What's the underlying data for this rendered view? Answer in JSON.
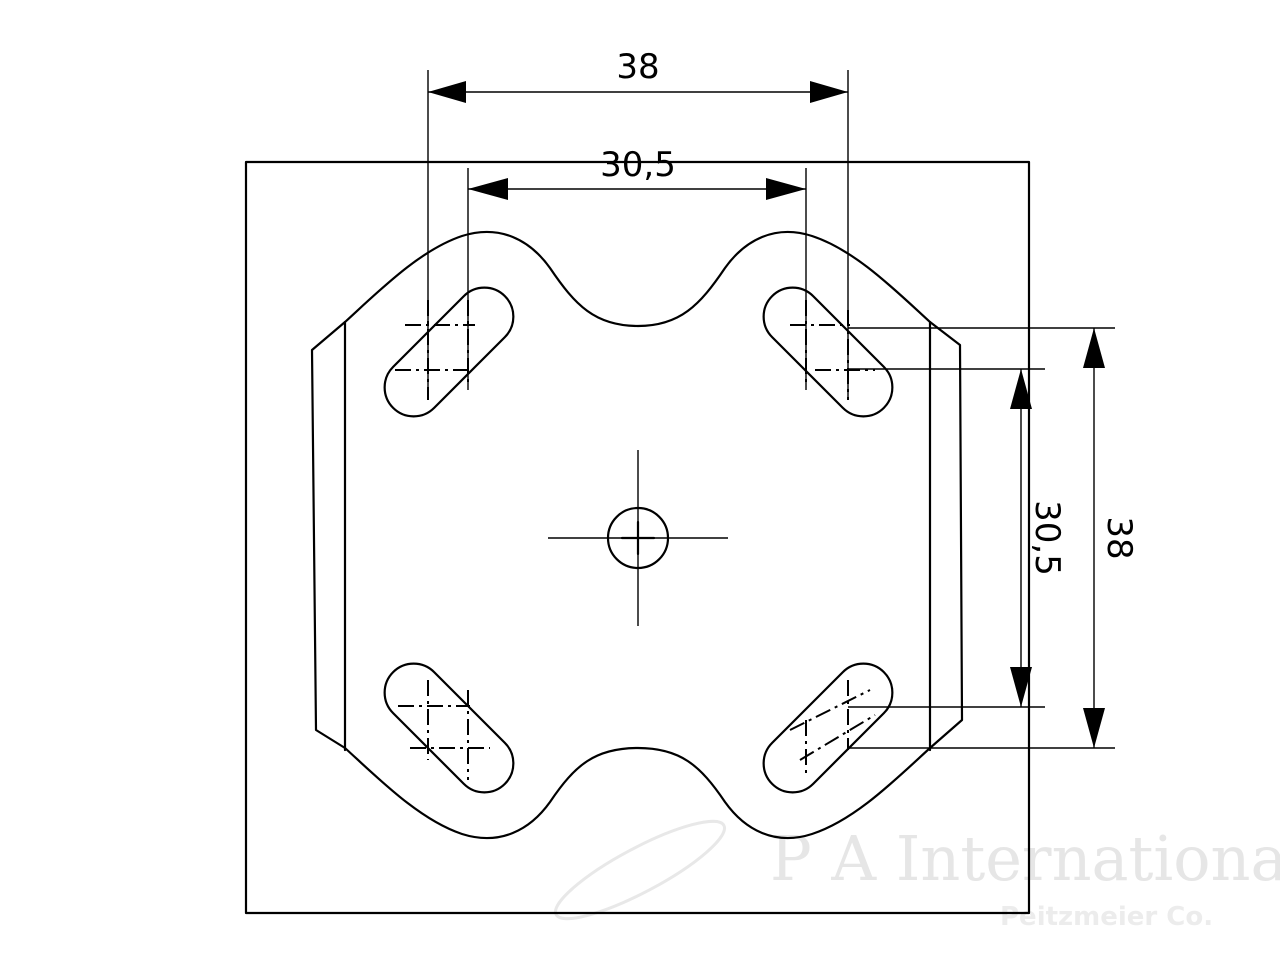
{
  "dimensions": {
    "top_outer": "38",
    "top_inner": "30,5",
    "right_inner": "30,5",
    "right_outer": "38"
  },
  "watermark": {
    "line1": "P A International",
    "line2": "Peitzmeier Co."
  },
  "colors": {
    "line": "#000000",
    "background": "#ffffff",
    "watermark": "#e6e6e6"
  }
}
